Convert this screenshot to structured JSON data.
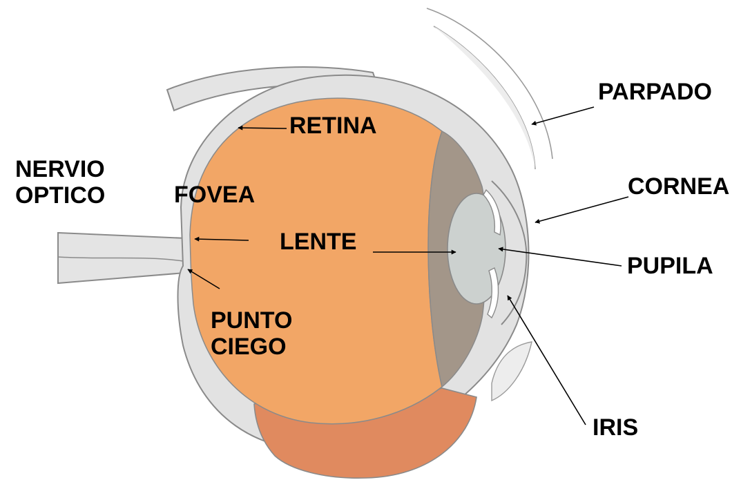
{
  "labels": {
    "parpado": "PARPADO",
    "retina": "RETINA",
    "nervio": [
      "NERVIO",
      "OPTICO"
    ],
    "fovea": "FOVEA",
    "cornea": "CORNEA",
    "lente": "LENTE",
    "pupila": "PUPILA",
    "punto": [
      "PUNTO",
      "CIEGO"
    ],
    "iris": "IRIS"
  },
  "colors": {
    "vitreous": "#f2a666",
    "sclera": "#e2e2e2",
    "outline": "#8a8a8a",
    "ciliary": "#a39689",
    "lens": "#ccd1cf",
    "muscle": "#e08a5f",
    "arrow": "#000000",
    "text": "#000000"
  }
}
